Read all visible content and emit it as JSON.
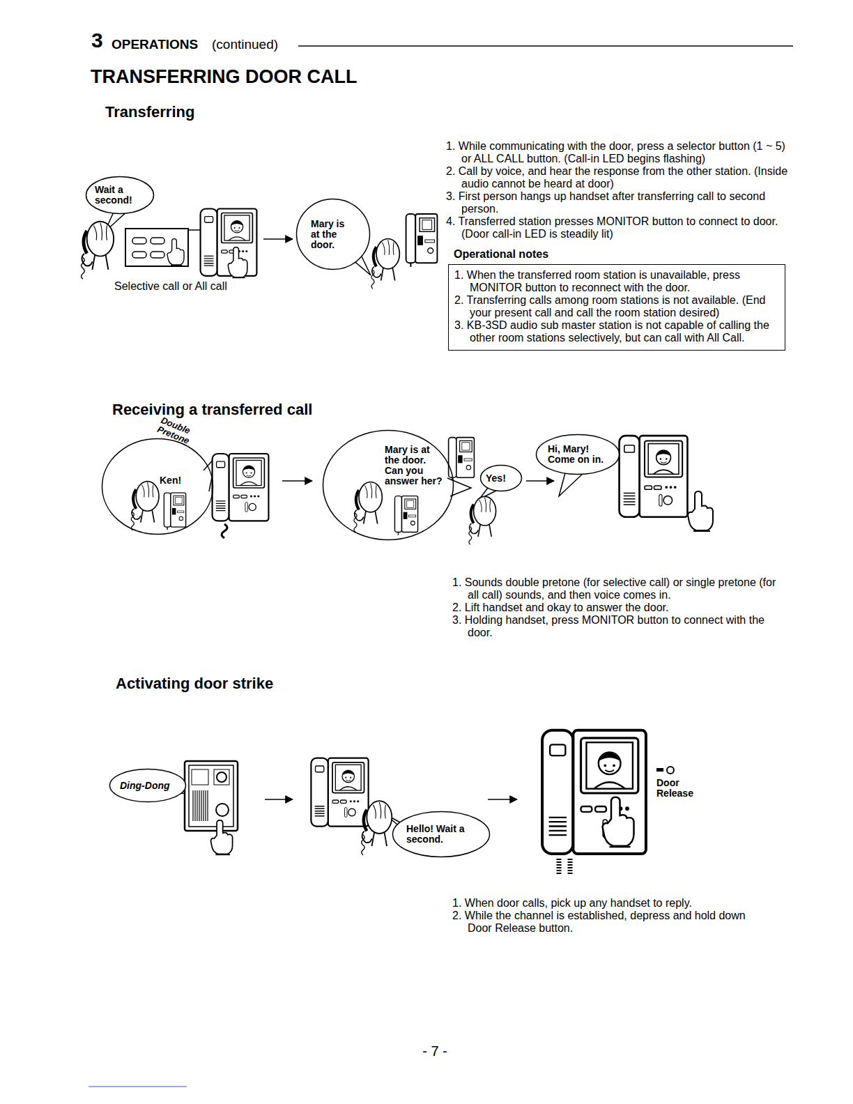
{
  "diagram": {
    "title": "TRANSFERRING DOOR CALL",
    "nodes": [
      {
        "text": [
          "Wait a second!"
        ]
      },
      {
        "text": [
          "Mary is at the door."
        ]
      },
      {
        "text": [
          "Operational notes",
          "1. When the transferred room station is unavailable, press MONITOR button to reconnect with the door.",
          "2. Transferring calls among room stations is not available. (End your present call and call the room station desired)",
          "3. KB-3SD audio sub master station is not capable of calling the other room stations selectively, but can call with All Call."
        ]
      },
      {
        "text": [
          "Ken!"
        ]
      },
      {
        "text": [
          "Mary is at the door. Can you answer her?"
        ]
      },
      {
        "text": [
          "Yes!"
        ]
      },
      {
        "text": [
          "Hi, Mary! Come on in."
        ]
      },
      {
        "text": [
          "Ding-Dong"
        ]
      },
      {
        "text": [
          "Hello! Wait a second."
        ]
      }
    ],
    "labels": [
      "3",
      "OPERATIONS",
      "(continued)",
      "Transferring",
      "1. While communicating with the door, press a selector button (1 ~ 5) or ALL CALL button. (Call-in LED begins flashing)",
      "2. Call by voice, and hear the response from the other station. (Inside audio cannot be heard at door)",
      "3. First person hangs up handset after transferring call to second person.",
      "4. Transferred station presses MONITOR button to connect to door. (Door call-in LED is steadily lit)",
      "Selective call or All call",
      "Receiving a transferred call",
      "Double Pretone",
      "1. Sounds double pretone (for selective call) or single pretone (for all call) sounds, and then voice comes in.",
      "2. Lift handset and okay to answer the door.",
      "3. Holding handset, press MONITOR button to connect with the door.",
      "Activating door strike",
      "Door Release",
      "1. When door calls, pick up any handset to reply.",
      "2. While the channel is established, depress and hold down Door Release button.",
      "- 7 -"
    ]
  }
}
